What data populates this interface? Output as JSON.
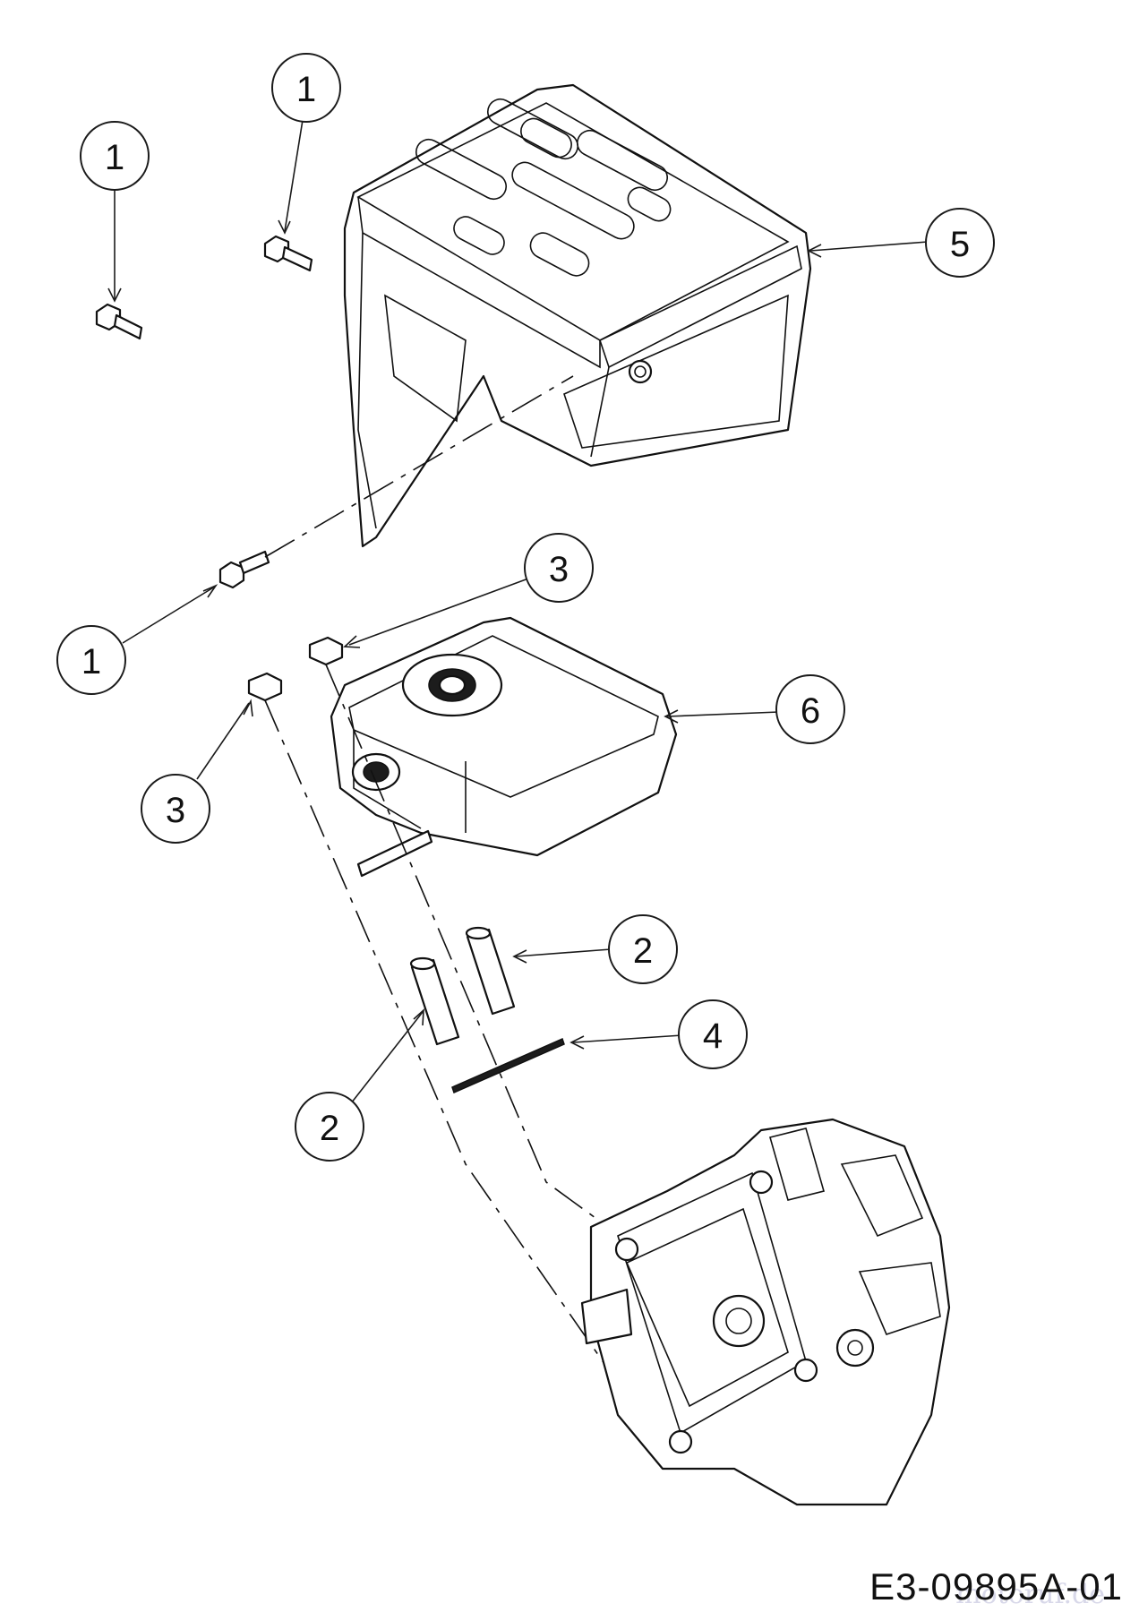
{
  "drawing_number": "E3-09895A-01",
  "watermark": "motoruf.de",
  "callouts": [
    {
      "id": "c1",
      "label": "1"
    },
    {
      "id": "c2",
      "label": "1"
    },
    {
      "id": "c3",
      "label": "1"
    },
    {
      "id": "c4",
      "label": "3"
    },
    {
      "id": "c5",
      "label": "3"
    },
    {
      "id": "c6",
      "label": "5"
    },
    {
      "id": "c7",
      "label": "6"
    },
    {
      "id": "c8",
      "label": "2"
    },
    {
      "id": "c9",
      "label": "2"
    },
    {
      "id": "c10",
      "label": "4"
    }
  ]
}
